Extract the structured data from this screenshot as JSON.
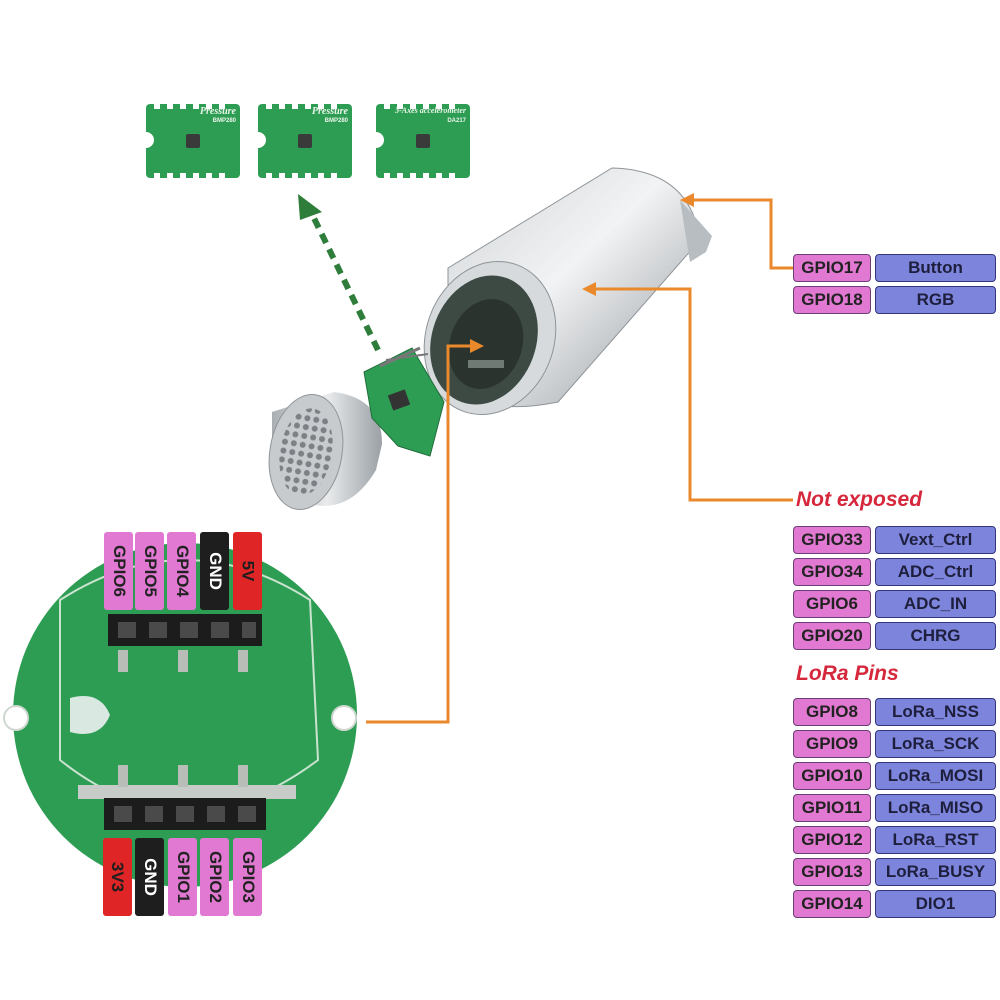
{
  "top_modules": [
    {
      "title": "Pressure",
      "subtitle": "BMP280"
    },
    {
      "title": "Pressure",
      "subtitle": "BMP280"
    },
    {
      "title": "3-Axes accelerometer",
      "subtitle": "DA217"
    }
  ],
  "button_rgb_pins": [
    {
      "gpio": "GPIO17",
      "func": "Button"
    },
    {
      "gpio": "GPIO18",
      "func": "RGB"
    }
  ],
  "not_exposed": {
    "heading": "Not exposed",
    "pins": [
      {
        "gpio": "GPIO33",
        "func": "Vext_Ctrl"
      },
      {
        "gpio": "GPIO34",
        "func": "ADC_Ctrl"
      },
      {
        "gpio": "GPIO6",
        "func": "ADC_IN"
      },
      {
        "gpio": "GPIO20",
        "func": "CHRG"
      }
    ]
  },
  "lora": {
    "heading": "LoRa Pins",
    "pins": [
      {
        "gpio": "GPIO8",
        "func": "LoRa_NSS"
      },
      {
        "gpio": "GPIO9",
        "func": "LoRa_SCK"
      },
      {
        "gpio": "GPIO10",
        "func": "LoRa_MOSI"
      },
      {
        "gpio": "GPIO11",
        "func": "LoRa_MISO"
      },
      {
        "gpio": "GPIO12",
        "func": "LoRa_RST"
      },
      {
        "gpio": "GPIO13",
        "func": "LoRa_BUSY"
      },
      {
        "gpio": "GPIO14",
        "func": "DIO1"
      }
    ]
  },
  "top_header": {
    "pins": [
      {
        "label": "GPIO6",
        "kind": "gpio"
      },
      {
        "label": "GPIO5",
        "kind": "gpio"
      },
      {
        "label": "GPIO4",
        "kind": "gpio"
      },
      {
        "label": "GND",
        "kind": "gnd"
      },
      {
        "label": "5V",
        "kind": "pwr"
      }
    ]
  },
  "bottom_header": {
    "pins": [
      {
        "label": "3V3",
        "kind": "pwr"
      },
      {
        "label": "GND",
        "kind": "gnd"
      },
      {
        "label": "GPIO1",
        "kind": "gpio"
      },
      {
        "label": "GPIO2",
        "kind": "gpio"
      },
      {
        "label": "GPIO3",
        "kind": "gpio"
      }
    ]
  },
  "colors": {
    "gpio_cell": "#e179d2",
    "func_cell": "#7d84dc",
    "heading": "#d6273c",
    "leader_line": "#e9892c",
    "dashed_arrow": "#2f7d3a",
    "pcb_green": "#2e9d54",
    "gnd": "#1e1e1e",
    "power": "#e02526"
  }
}
